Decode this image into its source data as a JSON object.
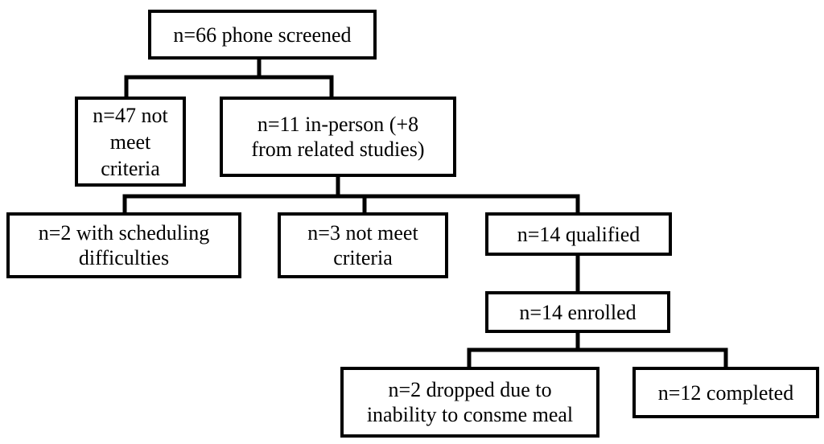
{
  "nodes": {
    "phone_screened": {
      "text": "n=66 phone screened"
    },
    "not_meet_phone": {
      "text": "n=47 not meet criteria"
    },
    "in_person": {
      "text": "n=11 in-person (+8 from related studies)"
    },
    "scheduling": {
      "text": "n=2 with scheduling difficulties"
    },
    "not_meet_inperson": {
      "text": "n=3 not meet criteria"
    },
    "qualified": {
      "text": "n=14 qualified"
    },
    "enrolled": {
      "text": "n=14 enrolled"
    },
    "dropped": {
      "text": "n=2 dropped due to inability to consme meal"
    },
    "completed": {
      "text": "n=12 completed"
    }
  }
}
